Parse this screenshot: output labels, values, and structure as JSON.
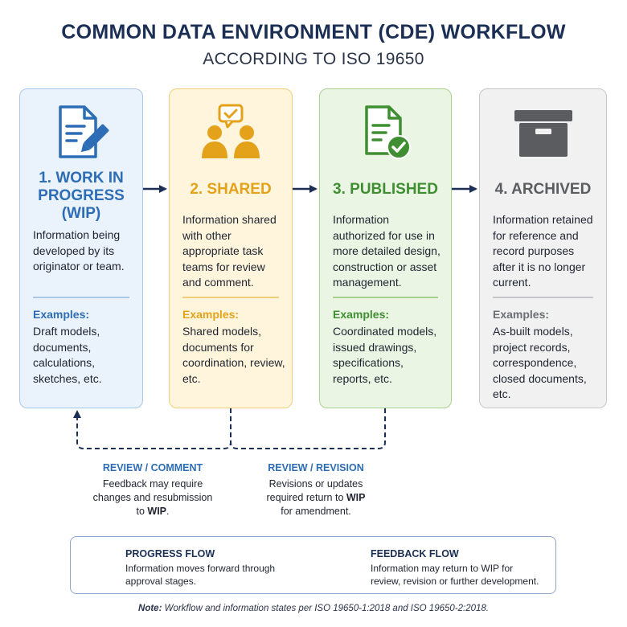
{
  "header": {
    "title": "COMMON DATA ENVIRONMENT (CDE) WORKFLOW",
    "subtitle": "ACCORDING TO ISO 19650"
  },
  "stages": [
    {
      "key": "wip",
      "title_line1": "1. WORK IN",
      "title_line2": "PROGRESS",
      "title_line3": "(WIP)",
      "description": "Information being developed by its originator or team.",
      "examples_label": "Examples:",
      "examples": "Draft models, documents, calculations, sketches, etc.",
      "color": "#2d6db5",
      "icon": "document-pencil-icon"
    },
    {
      "key": "shared",
      "title": "2. SHARED",
      "description": "Information shared with other appropriate task teams for review and comment.",
      "examples_label": "Examples:",
      "examples": "Shared models, documents for coordination, review, etc.",
      "color": "#e3a21a",
      "icon": "users-chat-icon"
    },
    {
      "key": "published",
      "title": "3. PUBLISHED",
      "description": "Information authorized for use in more detailed design, construction or asset management.",
      "examples_label": "Examples:",
      "examples": "Coordinated models, issued drawings, specifications, reports, etc.",
      "color": "#3f8f32",
      "icon": "document-check-icon"
    },
    {
      "key": "archived",
      "title": "4. ARCHIVED",
      "description": "Information retained for reference and record purposes after it is no longer current.",
      "examples_label": "Examples:",
      "examples": "As-built models, project records, correspondence, closed documents, etc.",
      "color": "#5a5c60",
      "icon": "archive-box-icon"
    }
  ],
  "feedback": {
    "review_comment": {
      "heading": "REVIEW / COMMENT",
      "line1": "Feedback may require",
      "line2": "changes and resubmission",
      "line3_prefix": "to ",
      "line3_bold": "WIP",
      "line3_suffix": "."
    },
    "review_revision": {
      "heading": "REVIEW / REVISION",
      "line1": "Revisions or updates",
      "line2_prefix": "required return to ",
      "line2_bold": "WIP",
      "line3": "for amendment."
    }
  },
  "legend": {
    "progress_title": "PROGRESS FLOW",
    "progress_text_line1": "Information moves forward through",
    "progress_text_line2": "approval stages.",
    "feedback_title": "FEEDBACK FLOW",
    "feedback_text_line1": "Information may return to WIP for",
    "feedback_text_line2": "review, revision or further development."
  },
  "note": {
    "label": "Note:",
    "text": " Workflow and information states per ISO 19650-1:2018 and ISO 19650-2:2018."
  },
  "colors": {
    "arrow": "#1b2f55",
    "feedback_line": "#1b2f55"
  }
}
